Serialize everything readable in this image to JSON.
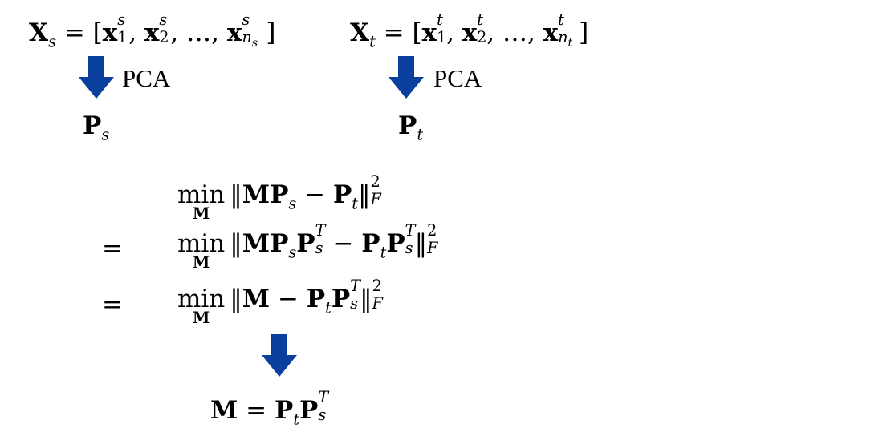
{
  "colors": {
    "arrow": "#0b3f9d",
    "text": "#000000"
  },
  "source": {
    "lhs": "X",
    "lhs_sub": "s",
    "items": [
      "1",
      "2",
      "…"
    ],
    "last_sub": "n",
    "last_subsub": "s",
    "sup": "s"
  },
  "target": {
    "lhs": "X",
    "lhs_sub": "t",
    "last_sub": "n",
    "last_subsub": "t",
    "sup": "t"
  },
  "pca_label": "PCA",
  "ps": {
    "sym": "P",
    "sub": "s"
  },
  "pt": {
    "sym": "P",
    "sub": "t"
  },
  "objective": {
    "min_word": "min",
    "min_under": "M",
    "equals": "=",
    "norm_sub": "F",
    "norm_sup": "2",
    "transpose": "T"
  },
  "result": {
    "lhs": "M",
    "eq": "=",
    "rhs_p": "P"
  }
}
